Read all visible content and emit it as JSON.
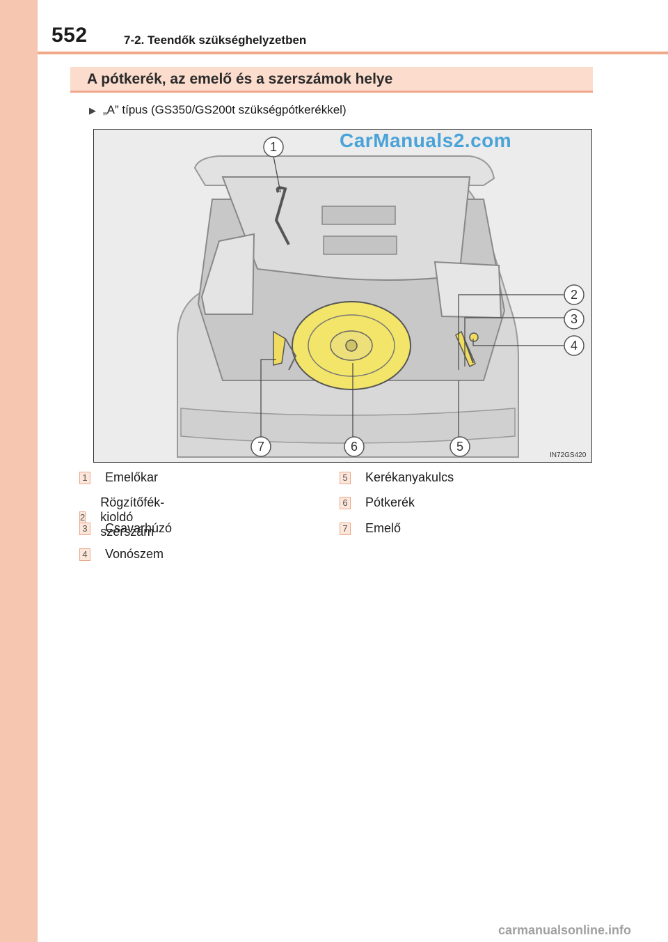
{
  "header": {
    "page_number": "552",
    "section": "7-2. Teendők szükséghelyzetben"
  },
  "heading": "A pótkerék, az emelő és a szerszámok helye",
  "type_line": "„A” típus (GS350/GS200t szükségpótkerékkel)",
  "figure": {
    "watermark": "CarManuals2.com",
    "code": "IN72GS420",
    "callouts": [
      "1",
      "2",
      "3",
      "4",
      "5",
      "6",
      "7"
    ]
  },
  "legend": [
    {
      "num": "1",
      "label": "Emelőkar"
    },
    {
      "num": "2",
      "label": "Rögzítőfék-kioldó szerszám"
    },
    {
      "num": "3",
      "label": "Csavarhúzó"
    },
    {
      "num": "4",
      "label": "Vonószem"
    },
    {
      "num": "5",
      "label": "Kerékanyakulcs"
    },
    {
      "num": "6",
      "label": "Pótkerék"
    },
    {
      "num": "7",
      "label": "Emelő"
    }
  ],
  "footer_watermark": "carmanualsonline.info",
  "colors": {
    "band": "#f7c6b0",
    "accent": "#f0a889",
    "heading_bg": "#fbdccd",
    "spare_wheel": "#f3e46a"
  }
}
